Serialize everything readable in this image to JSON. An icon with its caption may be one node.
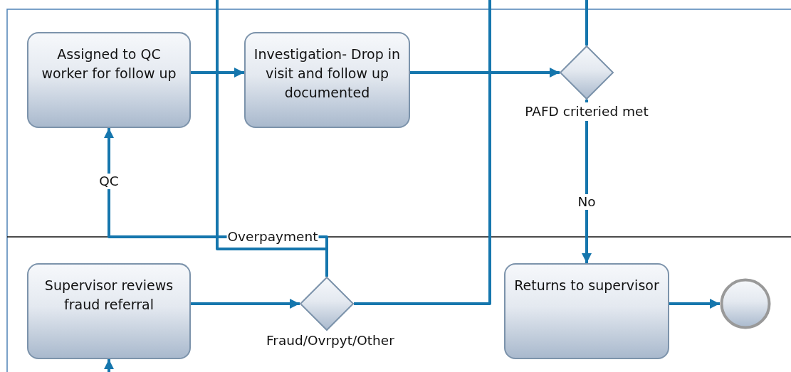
{
  "diagram": {
    "nodes": [
      {
        "text": [
          "Assigned to QC worker for follow up"
        ]
      },
      {
        "text": [
          "Investigation- Drop in visit and follow up documented"
        ]
      },
      {
        "text": [],
        "shape": "diamond",
        "beside": [
          "PAFD criteried met"
        ]
      },
      {
        "text": [
          "Supervisor reviews fraud referral"
        ]
      },
      {
        "text": [],
        "shape": "diamond",
        "beside": [
          "Fraud/Ovrpyt/Other"
        ]
      },
      {
        "text": [
          "Returns to supervisor"
        ]
      },
      {
        "text": [],
        "shape": "circle"
      }
    ],
    "edges": [
      {
        "from": 0,
        "to": 1,
        "arrow": "to"
      },
      {
        "from": 1,
        "to": 2,
        "arrow": "to"
      },
      {
        "from": 2,
        "to": 5,
        "arrow": "to",
        "label": "No"
      },
      {
        "from": 3,
        "to": 4,
        "arrow": "to"
      },
      {
        "from": 4,
        "to": 0,
        "arrow": "to",
        "label": "QC"
      },
      {
        "from": 4,
        "to": null,
        "arrow": "none",
        "label": "Overpayment"
      },
      {
        "from": 4,
        "to": null,
        "arrow": "none"
      },
      {
        "from": null,
        "to": 2,
        "arrow": "none"
      },
      {
        "from": null,
        "to": 3,
        "arrow": "to"
      },
      {
        "from": 5,
        "to": 6,
        "arrow": "to"
      }
    ]
  }
}
